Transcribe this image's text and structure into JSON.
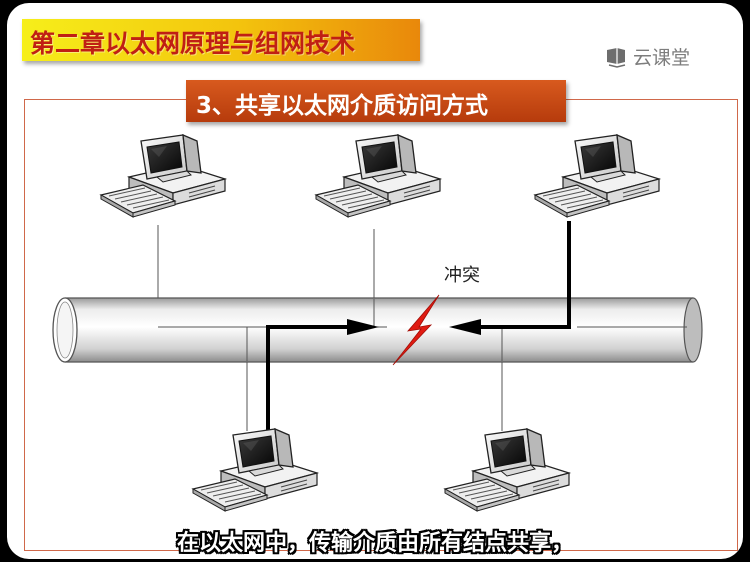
{
  "slide": {
    "chapter_title": "第二章以太网原理与组网技术",
    "section_title": "3、共享以太网介质访问方式",
    "watermark": "云课堂"
  },
  "diagram": {
    "collision_label": "冲突",
    "computers": [
      {
        "id": "pc-top-left"
      },
      {
        "id": "pc-top-center"
      },
      {
        "id": "pc-top-right"
      },
      {
        "id": "pc-bottom-left"
      },
      {
        "id": "pc-bottom-right"
      }
    ]
  },
  "subtitle": "在以太网中，传输介质由所有结点共享，",
  "colors": {
    "chapter_banner": "#f3c30d",
    "chapter_text": "#c01f14",
    "section_banner": "#c4470f",
    "frame": "#d0684a",
    "collision": "#e01b12"
  }
}
